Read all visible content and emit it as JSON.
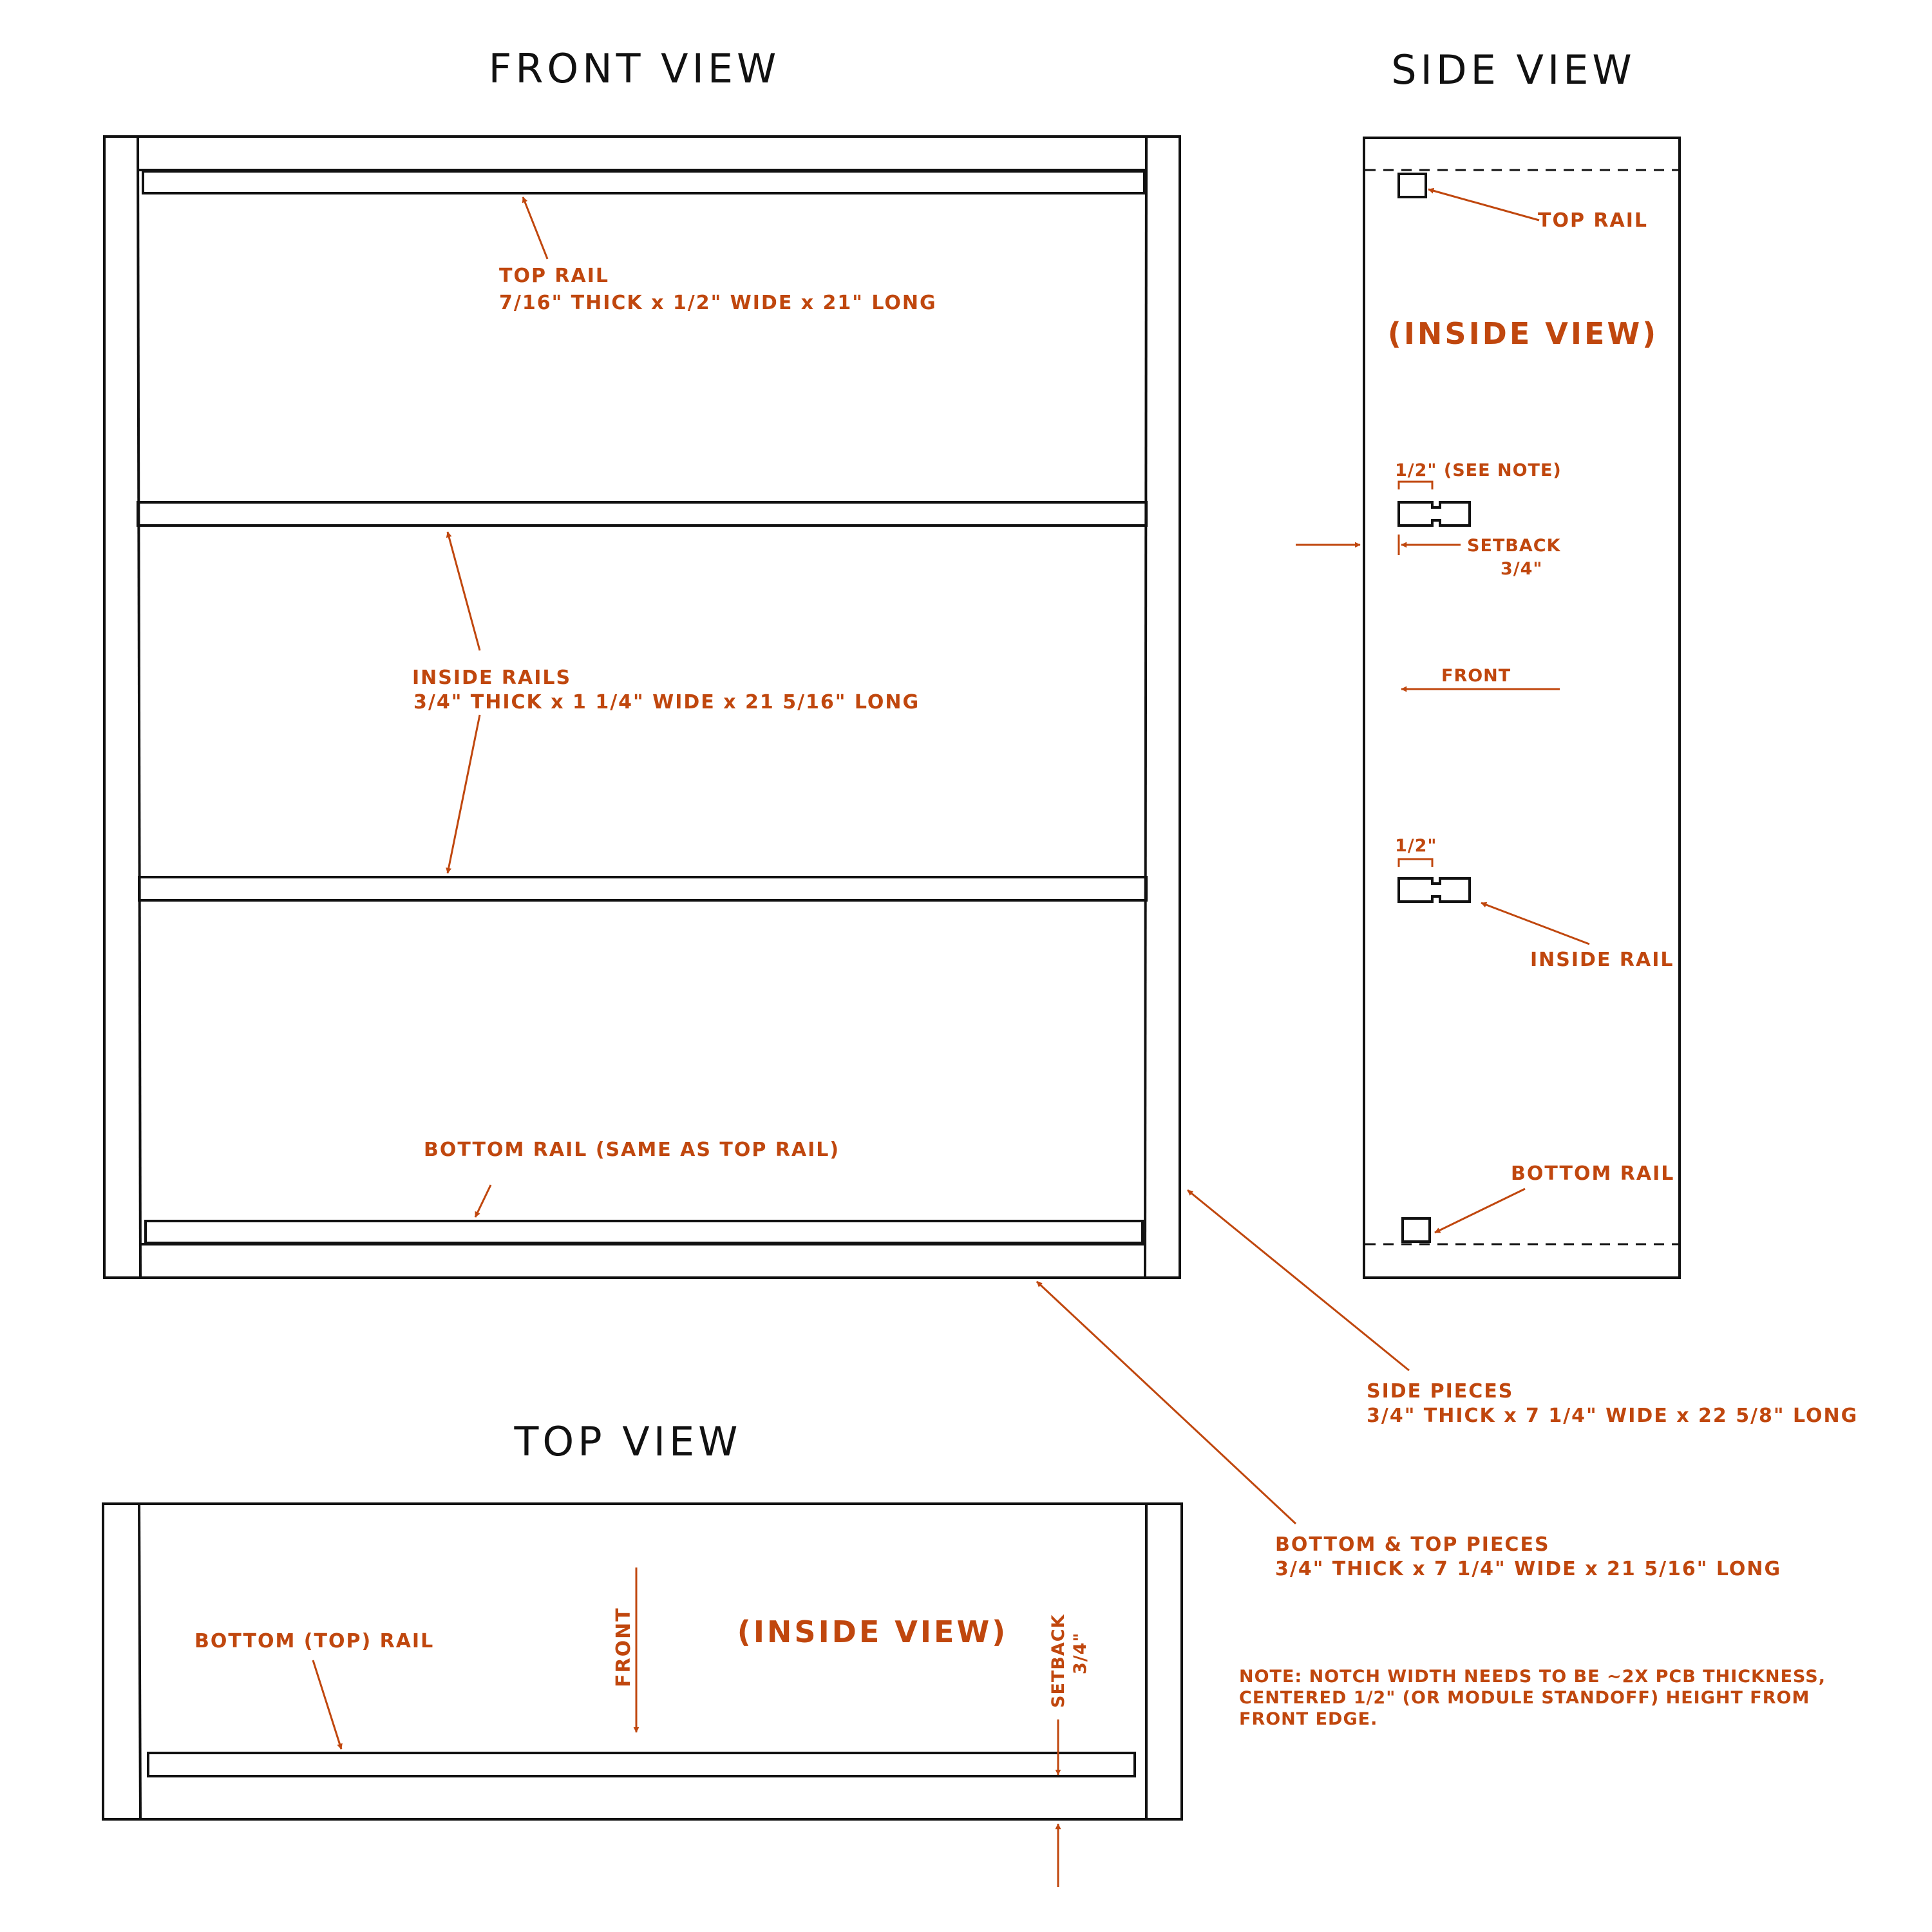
{
  "colors": {
    "ink": "#111111",
    "annotation": "#c0470e",
    "background": "#ffffff"
  },
  "front_view": {
    "title": "FRONT VIEW",
    "top_rail_label": "TOP RAIL",
    "top_rail_dims": "7/16\" THICK x 1/2\" WIDE x 21\" LONG",
    "inside_rails_label": "INSIDE RAILS",
    "inside_rails_dims": "3/4\" THICK x 1 1/4\" WIDE x 21 5/16\" LONG",
    "bottom_rail_label": "BOTTOM RAIL (SAME AS TOP RAIL)"
  },
  "side_view": {
    "title": "SIDE VIEW",
    "top_rail_label": "TOP RAIL",
    "inside_view_label": "(INSIDE VIEW)",
    "notch_upper_label": "1/2\" (SEE NOTE)",
    "setback_label": "SETBACK",
    "setback_value": "3/4\"",
    "front_label": "FRONT",
    "notch_lower_label": "1/2\"",
    "inside_rail_label": "INSIDE RAIL",
    "bottom_rail_label": "BOTTOM RAIL"
  },
  "side_pieces": {
    "label": "SIDE PIECES",
    "dims": "3/4\" THICK x 7 1/4\" WIDE x 22 5/8\" LONG"
  },
  "bottom_top_pieces": {
    "label": "BOTTOM & TOP PIECES",
    "dims": "3/4\" THICK x 7 1/4\" WIDE x 21 5/16\" LONG"
  },
  "top_view": {
    "title": "TOP VIEW",
    "bottom_rail_label": "BOTTOM (TOP) RAIL",
    "front_label": "FRONT",
    "inside_view_label": "(INSIDE VIEW)",
    "setback_label": "SETBACK",
    "setback_value": "3/4\""
  },
  "note": {
    "line1": "NOTE: NOTCH WIDTH NEEDS TO BE ~2X PCB THICKNESS,",
    "line2": "CENTERED 1/2\" (OR MODULE STANDOFF) HEIGHT FROM",
    "line3": "FRONT EDGE."
  }
}
